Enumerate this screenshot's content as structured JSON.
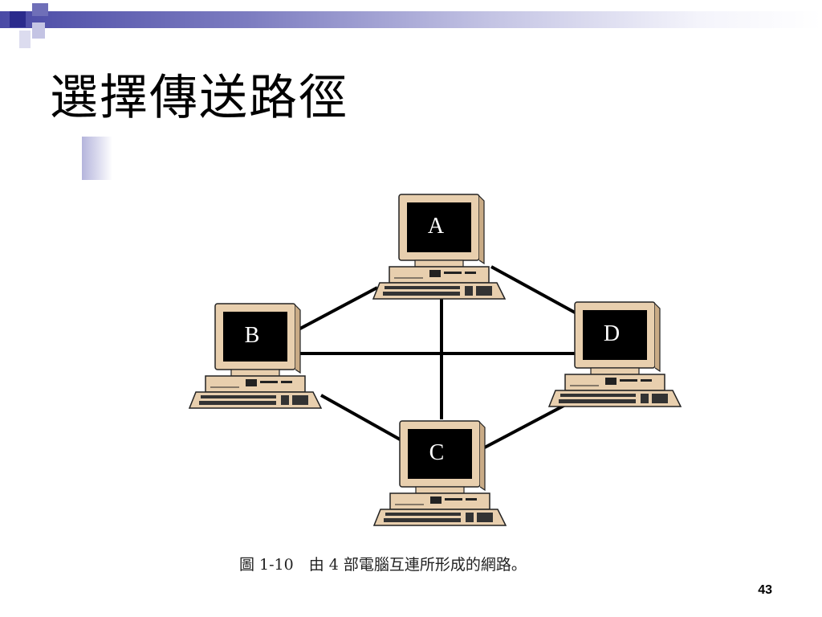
{
  "slide": {
    "title": "選擇傳送路徑",
    "caption": "圖 1-10　由 4 部電腦互連所形成的網路。",
    "page_number": "43"
  },
  "theme": {
    "accent_dark": "#2a2a8c",
    "accent_mid": "#6f6fb8",
    "accent_light": "#c4c4e4",
    "computer_beige": "#e8cfae",
    "screen_black": "#000000"
  },
  "network": {
    "nodes": [
      {
        "id": "A",
        "label": "A"
      },
      {
        "id": "B",
        "label": "B"
      },
      {
        "id": "C",
        "label": "C"
      },
      {
        "id": "D",
        "label": "D"
      }
    ],
    "links": [
      [
        "A",
        "B"
      ],
      [
        "A",
        "D"
      ],
      [
        "A",
        "C"
      ],
      [
        "B",
        "D"
      ],
      [
        "B",
        "C"
      ],
      [
        "C",
        "D"
      ]
    ]
  }
}
